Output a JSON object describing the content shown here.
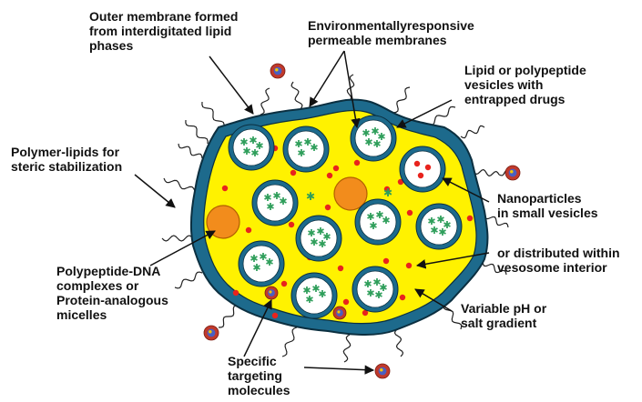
{
  "labels": {
    "outer_membrane": [
      "Outer membrane formed",
      "from interdigitated lipid",
      "phases"
    ],
    "env_membranes": [
      "Environmentallyresponsive",
      "permeable membranes"
    ],
    "lipid_vesicles": [
      "Lipid or polypeptide",
      "vesicles with",
      "entrapped drugs"
    ],
    "polymer_lipids": [
      "Polymer-lipids for",
      "steric stabilization"
    ],
    "nanoparticles": [
      "Nanoparticles",
      "in small vesicles"
    ],
    "distributed": [
      "or distributed within",
      "vesosome interior"
    ],
    "polypeptide_dna": [
      "Polypeptide-DNA",
      "complexes or",
      "Protein-analogous",
      "micelles"
    ],
    "variable_ph": [
      "Variable pH or",
      "salt gradient"
    ],
    "targeting": [
      "Specific",
      "targeting",
      "molecules"
    ]
  },
  "colors": {
    "membrane": "#1d6a8c",
    "membrane_outline": "#0b2f40",
    "interior": "#fff200",
    "vesicle_fill": "#ffffff",
    "drug": "#2e9e5a",
    "particle": "#e8231d",
    "micelle": "#f28c1c",
    "ligand_outer": "#c0392b",
    "ligand_inner": "#4a5fc1"
  }
}
